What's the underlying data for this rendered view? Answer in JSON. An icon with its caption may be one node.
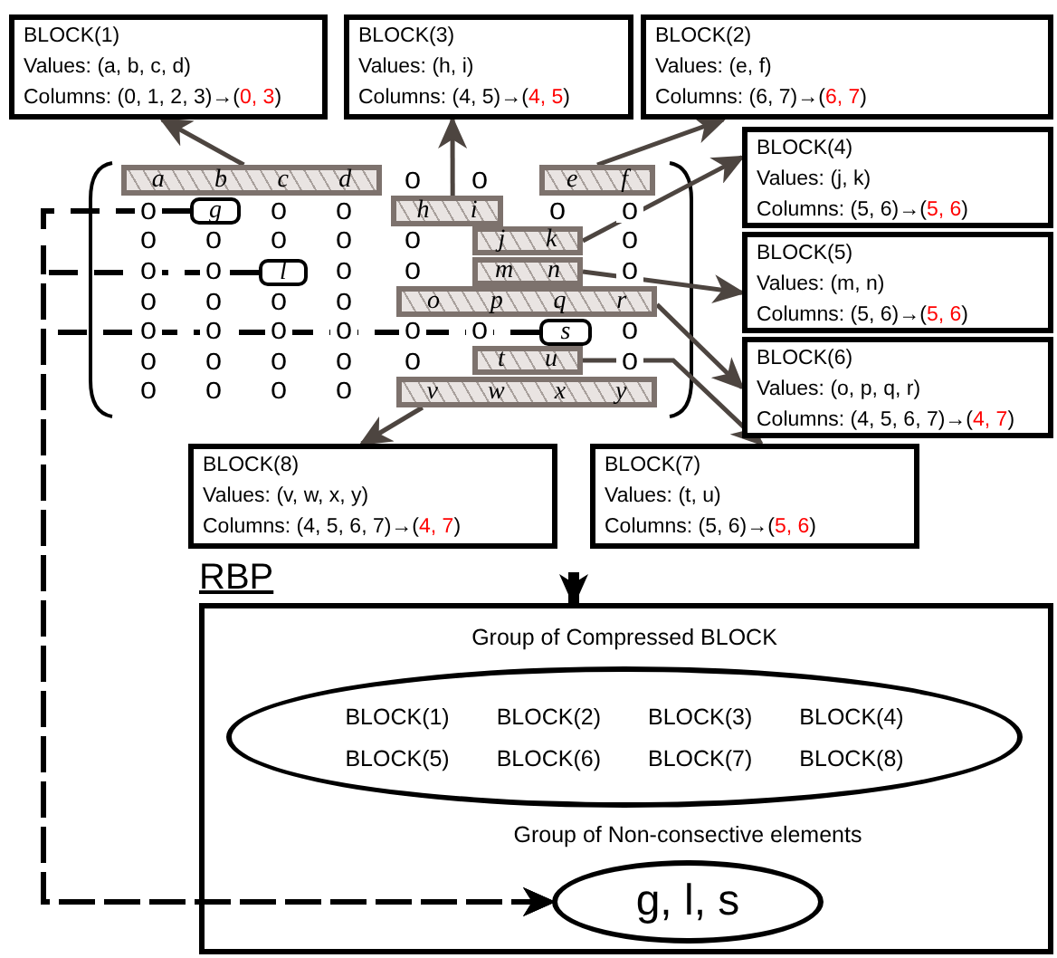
{
  "diagram": {
    "nodes": [
      {
        "text": [
          "BLOCK(1)",
          "Values: (a, b, c, d)",
          "Columns: (0, 1, 2, 3)→(**0, 3**)"
        ]
      },
      {
        "text": [
          "BLOCK(3)",
          "Values: (h, i)",
          "Columns: (4, 5)→(**4, 5**)"
        ]
      },
      {
        "text": [
          "BLOCK(2)",
          "Values: (e, f)",
          "Columns: (6, 7)→(**6, 7**)"
        ]
      },
      {
        "text": [
          "BLOCK(4)",
          "Values: (j, k)",
          "Columns: (5, 6)→(**5, 6**)"
        ]
      },
      {
        "text": [
          "BLOCK(5)",
          "Values: (m, n)",
          "Columns: (5, 6)→(**5, 6**)"
        ]
      },
      {
        "text": [
          "BLOCK(6)",
          "Values: (o, p, q, r)",
          "Columns: (4, 5, 6, 7)→(**4, 7**)"
        ]
      },
      {
        "text": [
          "a",
          "b",
          "c",
          "d"
        ]
      },
      {
        "text": [
          "e",
          "f"
        ]
      },
      {
        "text": [
          "g"
        ]
      },
      {
        "text": [
          "h",
          "i"
        ]
      },
      {
        "text": [
          "j",
          "k"
        ]
      },
      {
        "text": [
          "l"
        ]
      },
      {
        "text": [
          "m",
          "n"
        ]
      },
      {
        "text": [
          "o",
          "p",
          "q",
          "r"
        ]
      },
      {
        "text": [
          "s"
        ]
      },
      {
        "text": [
          "t",
          "u"
        ]
      },
      {
        "text": [
          "v",
          "w",
          "x",
          "y"
        ]
      },
      {
        "text": [
          "BLOCK(8)",
          "Values: (v, w, x, y)",
          "Columns: (4, 5, 6, 7)→(**4, 7**)"
        ]
      },
      {
        "text": [
          "BLOCK(7)",
          "Values: (t, u)",
          "Columns: (5, 6)→(**5, 6**)"
        ]
      },
      {
        "text": [
          "RBP"
        ]
      },
      {
        "text": [
          "Group of Compressed BLOCK",
          "BLOCK(1)",
          "BLOCK(2)",
          "BLOCK(3)",
          "BLOCK(4)",
          "BLOCK(5)",
          "BLOCK(6)",
          "BLOCK(7)",
          "BLOCK(8)"
        ],
        "in": 19
      },
      {
        "text": [
          "Group of Non-consective elements",
          "g, l, s"
        ],
        "in": 19
      }
    ],
    "edges": [
      {
        "from": 6,
        "to": 0,
        "arrow": "to"
      },
      {
        "from": 9,
        "to": 1,
        "arrow": "to"
      },
      {
        "from": 7,
        "to": 2,
        "arrow": "to"
      },
      {
        "from": 10,
        "to": 3,
        "arrow": "to"
      },
      {
        "from": 12,
        "to": 4,
        "arrow": "to"
      },
      {
        "from": 13,
        "to": 5,
        "arrow": "to"
      },
      {
        "from": 16,
        "to": 17,
        "arrow": "to"
      },
      {
        "from": 15,
        "to": 18,
        "arrow": "to"
      },
      {
        "from": null,
        "to": 19,
        "arrow": "to",
        "color": "#000000",
        "style": "thick"
      },
      {
        "from": 8,
        "to": 21,
        "arrow": "to",
        "style": "dashed",
        "color": "#000000"
      },
      {
        "from": 11,
        "to": 21,
        "arrow": "to",
        "style": "dashed",
        "color": "#000000"
      },
      {
        "from": 14,
        "to": 21,
        "arrow": "to",
        "style": "dashed",
        "color": "#000000"
      }
    ],
    "labels": [
      "0",
      "0",
      "0",
      "0",
      "0",
      "0",
      "0",
      "0",
      "0",
      "0",
      "0",
      "0",
      "0",
      "0",
      "0",
      "0",
      "0",
      "0",
      "0",
      "0",
      "0",
      "0",
      "0",
      "0",
      "0",
      "0",
      "0",
      "0",
      "0",
      "0",
      "0",
      "0",
      "0",
      "0",
      "0",
      "0",
      "0",
      "0",
      "0"
    ]
  }
}
